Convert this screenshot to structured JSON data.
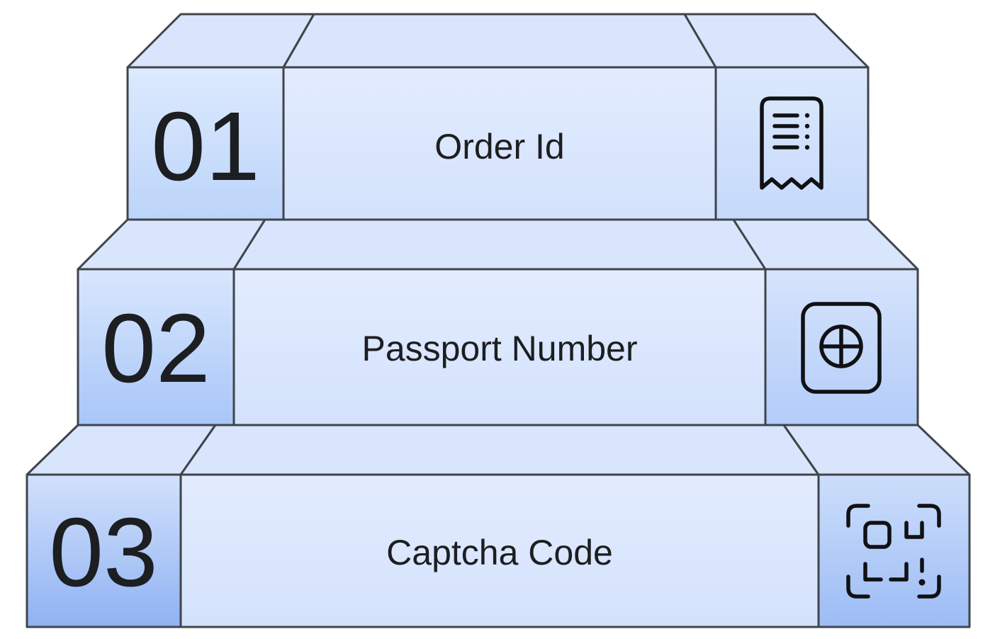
{
  "diagram": {
    "type": "stair-steps",
    "steps": [
      {
        "number": "01",
        "label": "Order Id",
        "icon": "receipt-icon"
      },
      {
        "number": "02",
        "label": "Passport Number",
        "icon": "passport-icon"
      },
      {
        "number": "03",
        "label": "Captcha Code",
        "icon": "qr-code-scanner-icon"
      }
    ],
    "colors": {
      "outline": "#40444b",
      "text": "#1c1e21",
      "fill_light": "#dfe9fd",
      "fill_medium": "#aac8f8",
      "fill_deep": "#8fb2f2",
      "background": "#ffffff"
    }
  }
}
